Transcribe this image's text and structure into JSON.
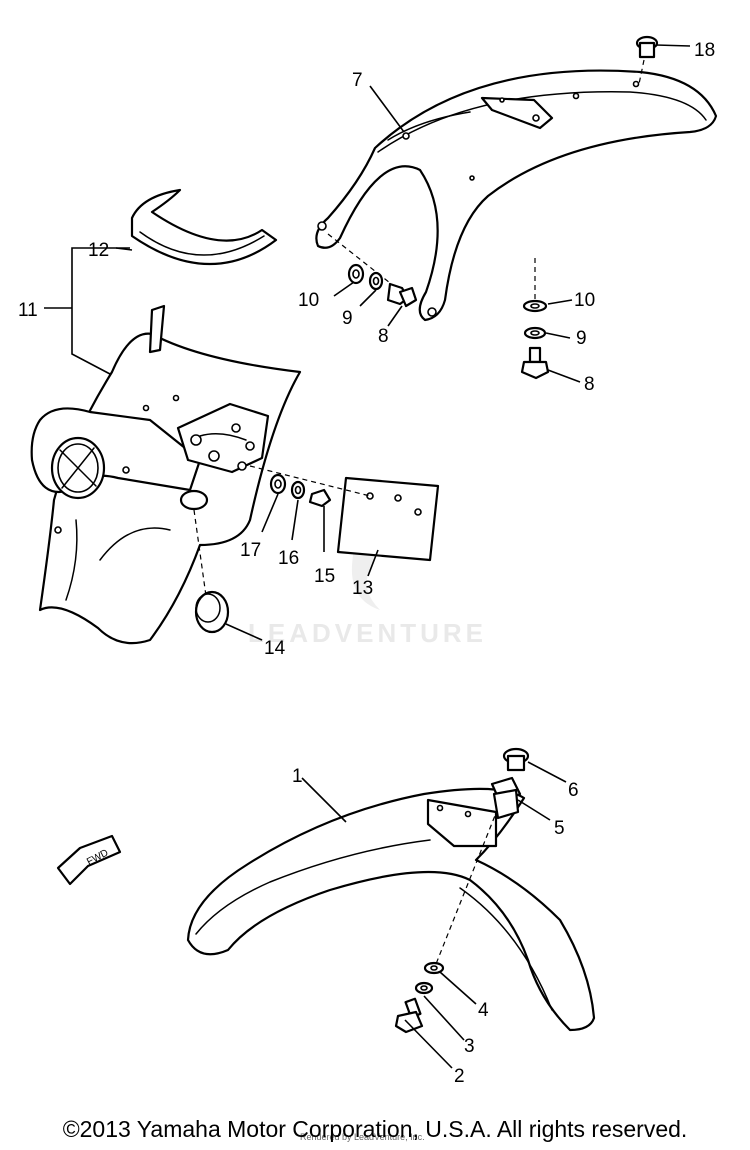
{
  "diagram": {
    "callouts": [
      "1",
      "2",
      "3",
      "4",
      "5",
      "6",
      "7",
      "8",
      "8",
      "9",
      "9",
      "10",
      "10",
      "11",
      "12",
      "13",
      "14",
      "15",
      "16",
      "17",
      "18"
    ],
    "fwd_label": "FWD",
    "watermark": "LEADVENTURE",
    "rendered_note": "Rendered by LeadVenture, Inc."
  },
  "footer": {
    "copyright": "©2013 Yamaha Motor Corporation, U.S.A. All rights reserved."
  }
}
